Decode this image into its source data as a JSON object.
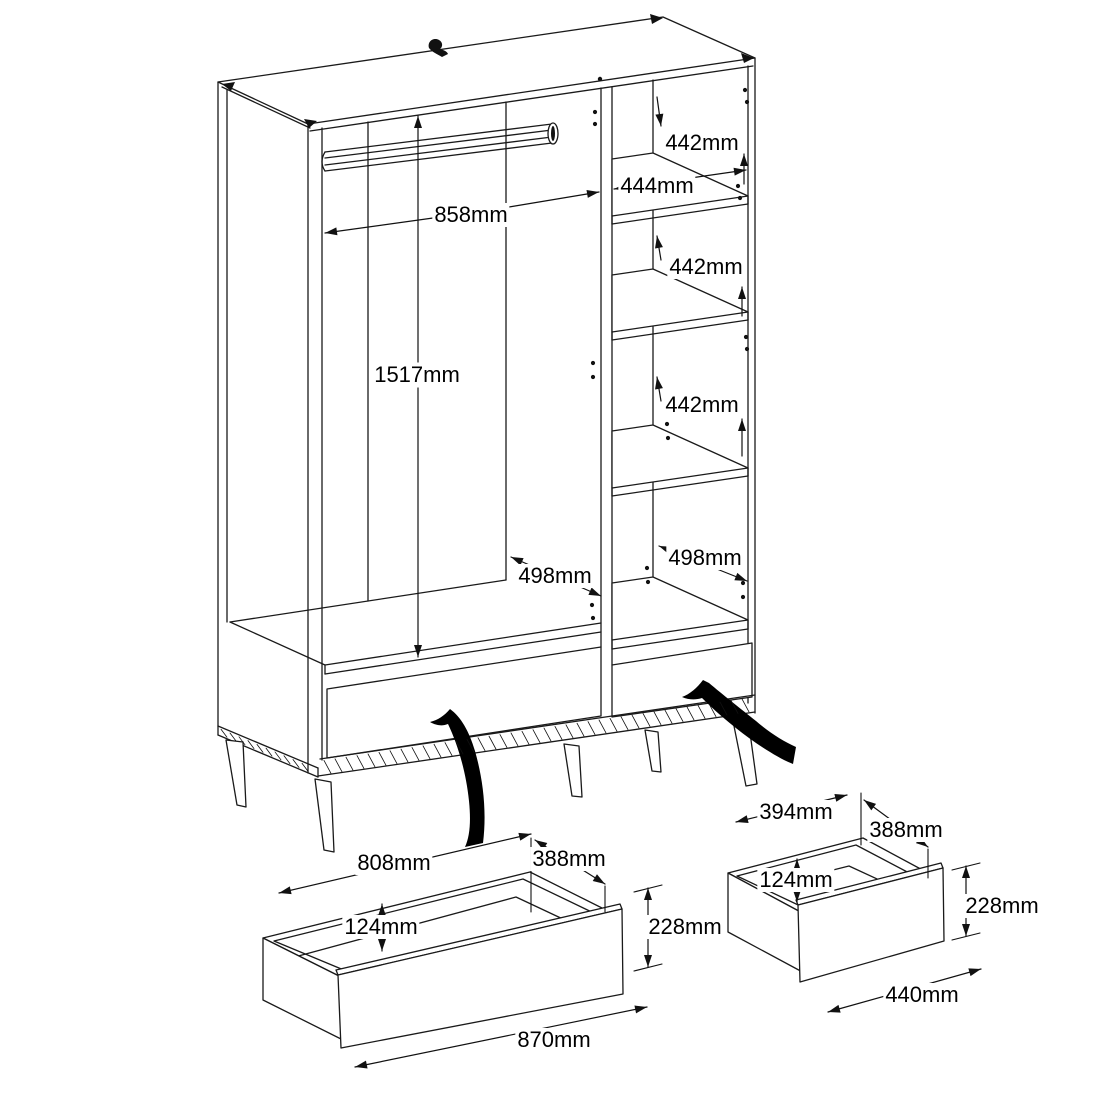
{
  "page": {
    "background": "#ffffff",
    "line_color": "#1a1a1a",
    "diagram_type": "wardrobe assembly dimension drawing"
  },
  "wardrobe": {
    "dims": {
      "hanging_width": "858mm",
      "interior_height": "1517mm",
      "shelf_gap_top": "442mm",
      "shelf_width": "444mm",
      "shelf_gap_mid": "442mm",
      "shelf_gap_lower": "442mm",
      "left_depth": "498mm",
      "right_depth": "498mm"
    }
  },
  "left_drawer": {
    "dims": {
      "inner_width": "808mm",
      "depth": "388mm",
      "inner_height": "124mm",
      "height": "228mm",
      "front_width": "870mm"
    }
  },
  "right_drawer": {
    "dims": {
      "inner_width": "394mm",
      "depth": "388mm",
      "inner_height": "124mm",
      "height": "228mm",
      "front_width": "440mm"
    }
  }
}
